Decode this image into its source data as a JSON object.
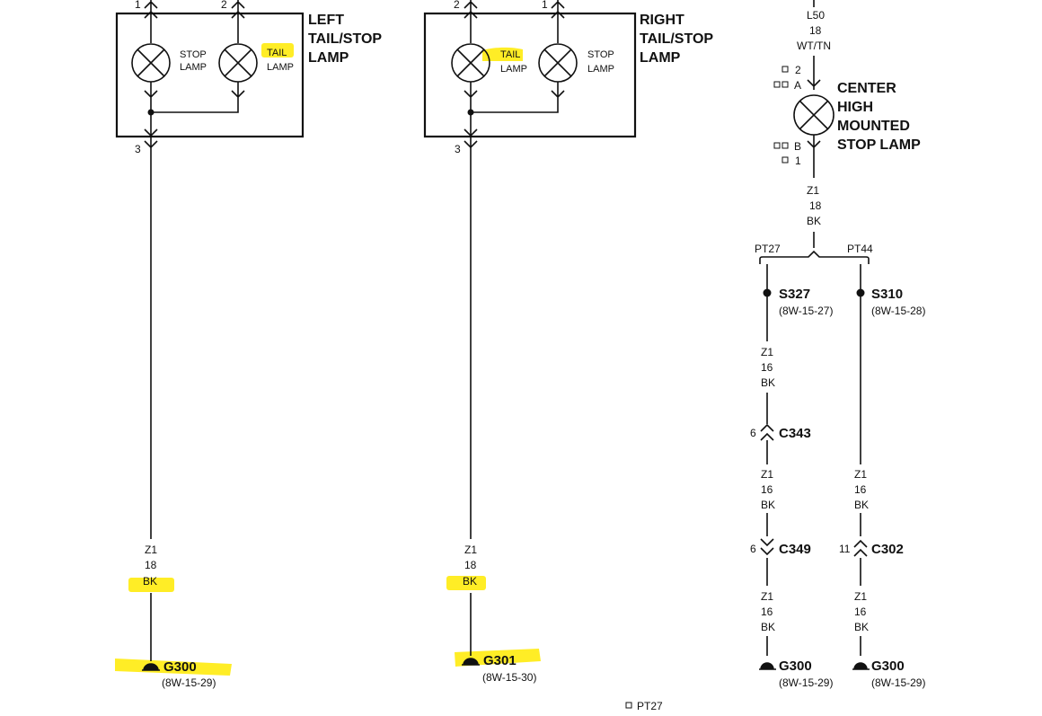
{
  "diagram": {
    "colors": {
      "highlight": "#ffea00",
      "line": "#111111"
    },
    "left_assembly": {
      "title_lines": [
        "LEFT",
        "TAIL/STOP",
        "LAMP"
      ],
      "stop_lamp": [
        "STOP",
        "LAMP"
      ],
      "tail_lamp": [
        "TAIL",
        "LAMP"
      ],
      "pin_top_1": "1",
      "pin_top_2": "2",
      "pin_out": "3"
    },
    "right_assembly": {
      "title_lines": [
        "RIGHT",
        "TAIL/STOP",
        "LAMP"
      ],
      "tail_lamp": [
        "TAIL",
        "LAMP"
      ],
      "stop_lamp": [
        "STOP",
        "LAMP"
      ],
      "pin_top_2": "2",
      "pin_top_1": "1",
      "pin_out": "3"
    },
    "left_wire": [
      "Z1",
      "18",
      "BK"
    ],
    "right_wire": [
      "Z1",
      "18",
      "BK"
    ],
    "g300_left": {
      "label": "G300",
      "ref": "(8W-15-29)"
    },
    "g301": {
      "label": "G301",
      "ref": "(8W-15-30)"
    },
    "chmsl": {
      "feed_wire": [
        "L50",
        "18",
        "WT/TN"
      ],
      "title_lines": [
        "CENTER",
        "HIGH",
        "MOUNTED",
        "STOP LAMP"
      ],
      "pin_a_num": "2",
      "pin_a": "A",
      "pin_b": "B",
      "pin_b_num": "1",
      "out_wire": [
        "Z1",
        "18",
        "BK"
      ]
    },
    "pt27": "PT27",
    "pt44": "PT44",
    "s327": {
      "label": "S327",
      "ref": "(8W-15-27)"
    },
    "s310": {
      "label": "S310",
      "ref": "(8W-15-28)"
    },
    "wire_a1": [
      "Z1",
      "16",
      "BK"
    ],
    "c343": {
      "pin": "6",
      "label": "C343"
    },
    "wire_a2": [
      "Z1",
      "16",
      "BK"
    ],
    "c349": {
      "pin": "6",
      "label": "C349"
    },
    "wire_a3": [
      "Z1",
      "16",
      "BK"
    ],
    "g300_a": {
      "label": "G300",
      "ref": "(8W-15-29)"
    },
    "wire_b1": [
      "Z1",
      "16",
      "BK"
    ],
    "c302": {
      "pin": "11",
      "label": "C302"
    },
    "wire_b2": [
      "Z1",
      "16",
      "BK"
    ],
    "g300_b": {
      "label": "G300",
      "ref": "(8W-15-29)"
    },
    "legend_pt27": "PT27"
  }
}
